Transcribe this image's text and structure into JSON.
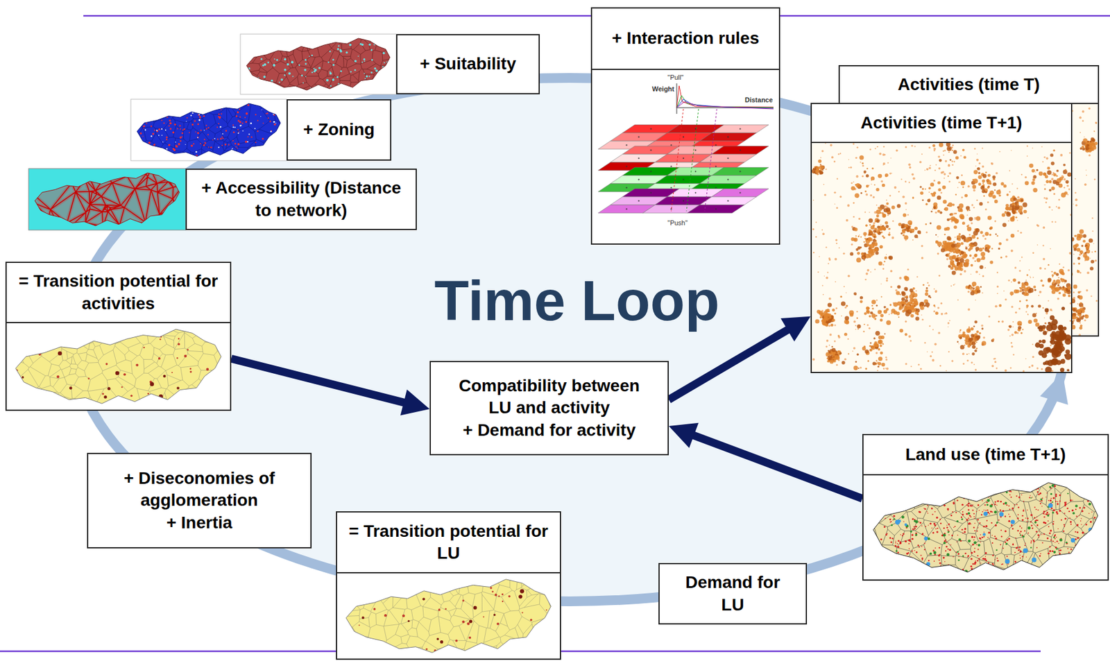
{
  "diagram": {
    "nodes": [
      {
        "text": [
          "+ Suitability"
        ]
      },
      {
        "text": [
          "+ Interaction rules"
        ]
      },
      {
        "text": [
          "Activities (time T)"
        ]
      },
      {
        "text": [
          "Activities (time T+1)"
        ]
      },
      {
        "text": [
          "+ Zoning"
        ]
      },
      {
        "text": [
          "+ Accessibility (Distance to network)"
        ]
      },
      {
        "text": [
          "= Transition potential for activities"
        ]
      },
      {
        "text": [
          "Compatibility between LU and activity",
          "+ Demand for activity"
        ]
      },
      {
        "text": [
          "Land use (time T+1)"
        ]
      },
      {
        "text": [
          "+ Diseconomies of agglomeration",
          "+ Inertia"
        ]
      },
      {
        "text": [
          "= Transition potential for LU"
        ]
      },
      {
        "text": [
          "Demand for LU"
        ]
      }
    ],
    "edges": [
      {
        "from": 6,
        "to": 7,
        "arrow": "to"
      },
      {
        "from": 7,
        "to": 3,
        "arrow": "to"
      },
      {
        "from": 8,
        "to": 7,
        "arrow": "to"
      }
    ],
    "labels": [
      "Time Loop",
      "\"Pull\"",
      "Weight",
      "Distance",
      "\"Push\""
    ]
  }
}
